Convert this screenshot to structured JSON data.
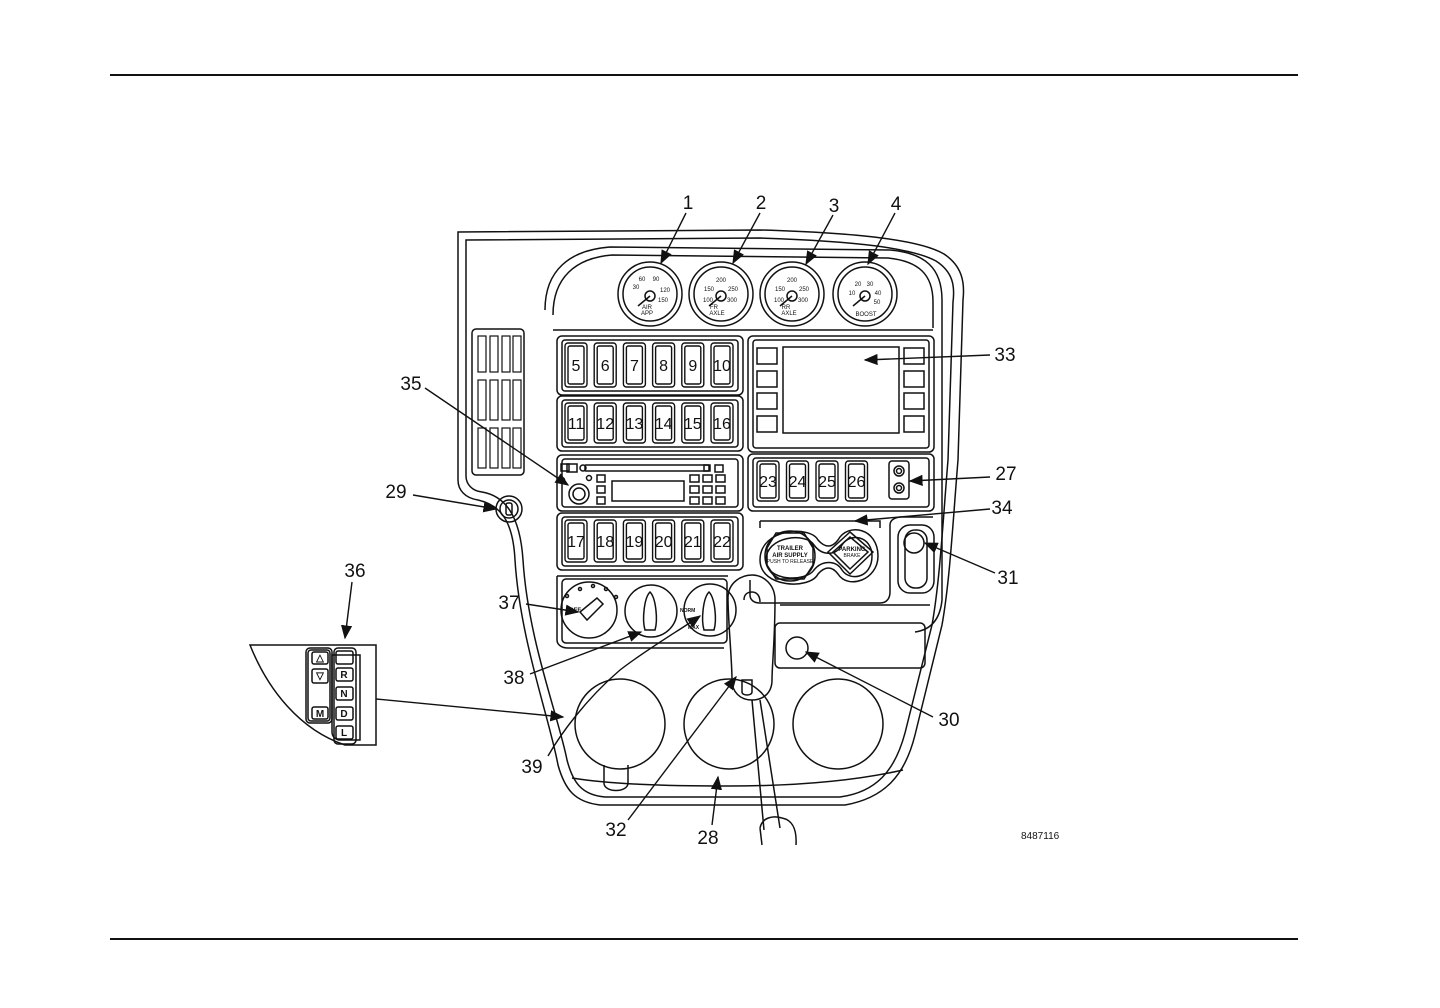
{
  "callouts": {
    "c1": "1",
    "c2": "2",
    "c3": "3",
    "c4": "4",
    "c27": "27",
    "c28": "28",
    "c29": "29",
    "c30": "30",
    "c31": "31",
    "c32": "32",
    "c33": "33",
    "c34": "34",
    "c35": "35",
    "c36": "36",
    "c37": "37",
    "c38": "38",
    "c39": "39"
  },
  "switches": {
    "row1": [
      "5",
      "6",
      "7",
      "8",
      "9",
      "10"
    ],
    "row2": [
      "11",
      "12",
      "13",
      "14",
      "15",
      "16"
    ],
    "row3": [
      "17",
      "18",
      "19",
      "20",
      "21",
      "22"
    ],
    "row4": [
      "23",
      "24",
      "25",
      "26"
    ]
  },
  "gauges": {
    "g1": {
      "label1": "AIR",
      "label2": "APP",
      "t1": "30",
      "t2": "60",
      "t3": "90",
      "t4": "120",
      "t5": "150"
    },
    "g2": {
      "label1": "FR",
      "label2": "AXLE",
      "t1": "150",
      "t2": "200",
      "t3": "250",
      "t4": "300",
      "t5": "100"
    },
    "g3": {
      "label1": "RR",
      "label2": "AXLE",
      "t1": "150",
      "t2": "200",
      "t3": "250",
      "t4": "300",
      "t5": "100"
    },
    "g4": {
      "label1": "BOOST",
      "t1": "10",
      "t2": "20",
      "t3": "30",
      "t4": "40",
      "t5": "50"
    }
  },
  "air_controls": {
    "trailer_l1": "TRAILER",
    "trailer_l2": "AIR SUPPLY",
    "trailer_l3": "PUSH TO RELEASE",
    "parking_l1": "PARKING",
    "parking_l2": "BRAKE"
  },
  "hvac": {
    "off": "OFF",
    "norm": "NORM",
    "max": "MAX"
  },
  "shifter": {
    "r": "R",
    "n": "N",
    "d": "D",
    "l": "L",
    "m": "M",
    "up": "△",
    "down": "▽"
  },
  "figure_id": "8487116"
}
